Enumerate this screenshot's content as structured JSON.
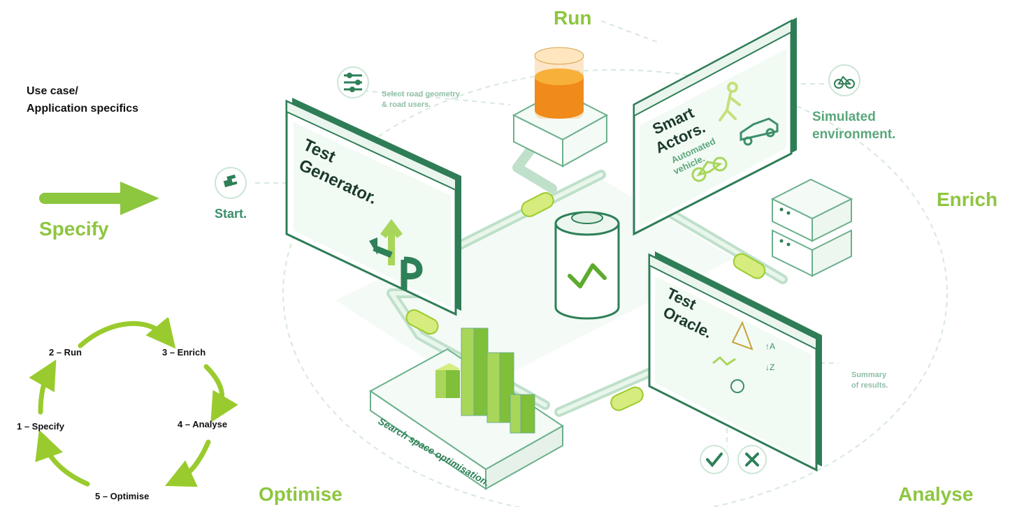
{
  "stages": {
    "run": "Run",
    "enrich": "Enrich",
    "specify": "Specify",
    "optimise": "Optimise",
    "analyse": "Analyse"
  },
  "use_case": {
    "line1": "Use case/",
    "line2": "Application specifics"
  },
  "cycle": {
    "specify": "1 – Specify",
    "run": "2 – Run",
    "enrich": "3 – Enrich",
    "analyse": "4 – Analyse",
    "optimise": "5 – Optimise"
  },
  "diagram": {
    "start": "Start.",
    "select_line1": "Select road geometry",
    "select_line2": "& road users.",
    "test_generator_line1": "Test",
    "test_generator_line2": "Generator.",
    "smart_line1": "Smart",
    "smart_line2": "Actors.",
    "automated_line1": "Automated",
    "automated_line2": "vehicle.",
    "simulated_line1": "Simulated",
    "simulated_line2": "environment.",
    "oracle_line1": "Test",
    "oracle_line2": "Oracle.",
    "summary_line1": "Summary",
    "summary_line2": "of results.",
    "search_space": "Search space optimisation."
  },
  "colors": {
    "accent": "#8dc63f",
    "teal": "#3c8f6a",
    "light_teal": "#8fbfa6",
    "orange": "#f39c1f"
  },
  "icons": [
    "checkered-flag-icon",
    "sliders-icon",
    "bicycle-icon",
    "checkmark-icon",
    "cross-icon",
    "pedestrian-icon",
    "car-icon",
    "server-icon",
    "battery-icon",
    "bar-chart-icon"
  ]
}
